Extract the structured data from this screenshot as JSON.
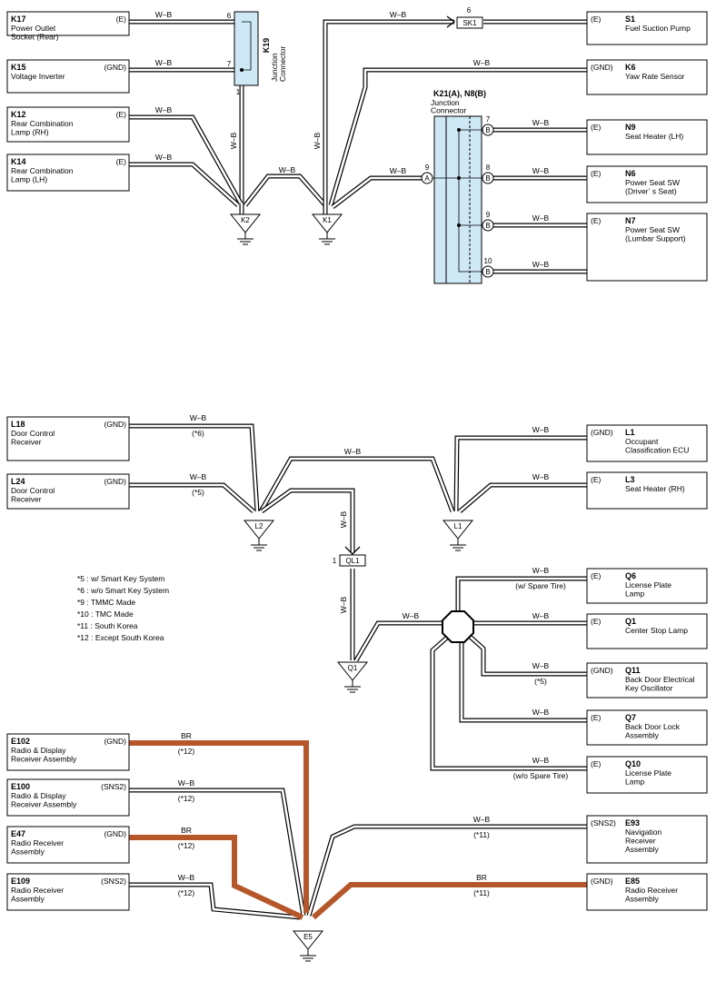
{
  "wire_label": "W–B",
  "br_label": "BR",
  "components": [
    {
      "id": "K17",
      "name": "Power Outlet\nSocket (Rear)",
      "term": "(E)"
    },
    {
      "id": "K15",
      "name": "Voltage Inverter",
      "term": "(GND)"
    },
    {
      "id": "K12",
      "name": "Rear Combination\nLamp (RH)",
      "term": "(E)"
    },
    {
      "id": "K14",
      "name": "Rear Combination\nLamp (LH)",
      "term": "(E)"
    },
    {
      "id": "S1",
      "name": "Fuel Suction Pump",
      "term": "(E)"
    },
    {
      "id": "K6",
      "name": "Yaw Rate Sensor",
      "term": "(GND)"
    },
    {
      "id": "N9",
      "name": "Seat Heater (LH)",
      "term": "(E)"
    },
    {
      "id": "N6",
      "name": "Power Seat SW\n(Driver’ s Seat)",
      "term": "(E)"
    },
    {
      "id": "N7",
      "name": "Power Seat SW\n(Lumbar Support)",
      "term": "(E)"
    },
    {
      "id": "L18",
      "name": "Door Control\nReceiver",
      "term": "(GND)"
    },
    {
      "id": "L24",
      "name": "Door Control\nReceiver",
      "term": "(GND)"
    },
    {
      "id": "L1",
      "name": "Occupant\nClassification ECU",
      "term": "(GND)"
    },
    {
      "id": "L3",
      "name": "Seat Heater (RH)",
      "term": "(E)"
    },
    {
      "id": "Q6",
      "name": "License Plate\nLamp",
      "term": "(E)"
    },
    {
      "id": "Q1",
      "name": "Center Stop Lamp",
      "term": "(E)"
    },
    {
      "id": "Q11",
      "name": "Back Door Electrical\nKey Oscillator",
      "term": "(GND)"
    },
    {
      "id": "Q7",
      "name": "Back Door Lock\nAssembly",
      "term": "(E)"
    },
    {
      "id": "Q10",
      "name": "License Plate\nLamp",
      "term": "(E)"
    },
    {
      "id": "E102",
      "name": "Radio & Display\nReceiver Assembly",
      "term": "(GND)"
    },
    {
      "id": "E100",
      "name": "Radio & Display\nReceiver Assembly",
      "term": "(SNS2)"
    },
    {
      "id": "E47",
      "name": "Radio Receiver\nAssembly",
      "term": "(GND)"
    },
    {
      "id": "E109",
      "name": "Radio Receiver\nAssembly",
      "term": "(SNS2)"
    },
    {
      "id": "E93",
      "name": "Navigation\nReceiver\nAssembly",
      "term": "(SNS2)"
    },
    {
      "id": "E85",
      "name": "Radio Receiver\nAssembly",
      "term": "(GND)"
    }
  ],
  "junctions": {
    "K19": {
      "code": "K19",
      "name": "Junction\nConnector",
      "pins": [
        "6",
        "7",
        "1"
      ]
    },
    "K21": {
      "code": "K21(A), N8(B)",
      "name": "Junction\nConnector",
      "pins": [
        "7",
        "8",
        "9",
        "10",
        "9"
      ],
      "letters": [
        "A",
        "B"
      ]
    }
  },
  "inline_connectors": {
    "SK1": {
      "label": "SK1",
      "pin": "6"
    },
    "QL1": {
      "label": "QL1",
      "pin": "1"
    }
  },
  "grounds": [
    "K2",
    "K1",
    "L2",
    "L1",
    "Q1",
    "E5"
  ],
  "wire_notes": {
    "n6": "(*6)",
    "n5": "(*5)",
    "n12": "(*12)",
    "n11": "(*11)",
    "spare": "(w/ Spare Tire)",
    "nospare": "(w/o Spare Tire)"
  },
  "legend": [
    "*5 : w/ Smart Key System",
    "*6 : w/o Smart Key System",
    "*9 : TMMC Made",
    "*10 : TMC Made",
    "*11 : South Korea",
    "*12 : Except South Korea"
  ],
  "colors": {
    "br_wire": "#b5572b",
    "junction_fill": "#cfe8f5"
  }
}
